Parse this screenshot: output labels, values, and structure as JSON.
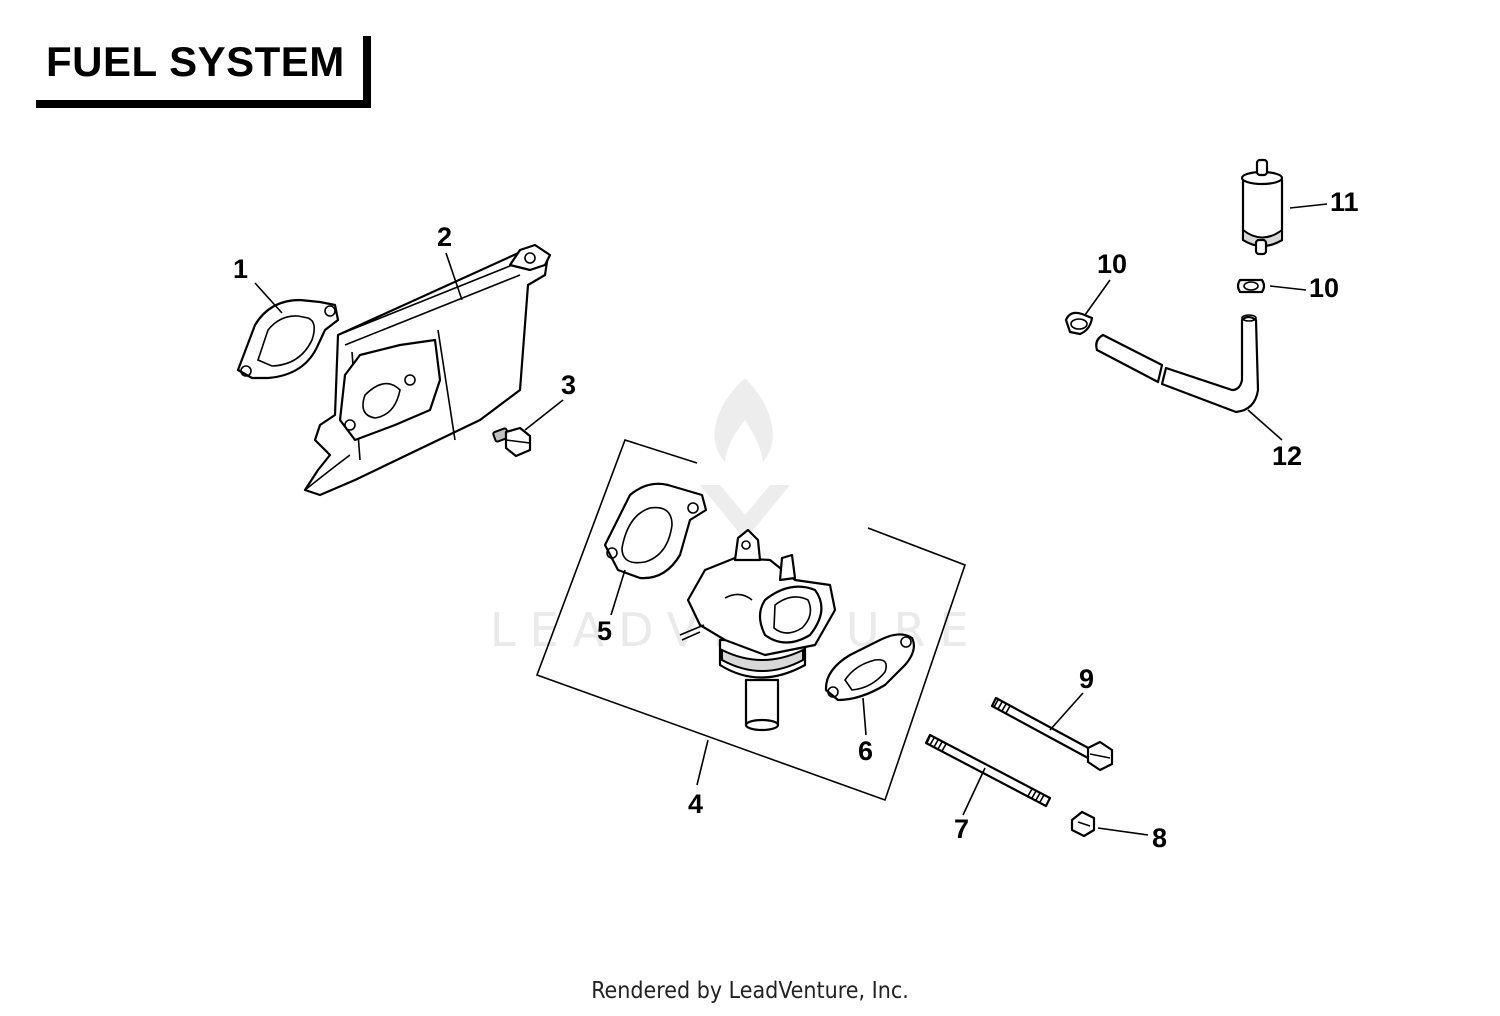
{
  "title": "FUEL SYSTEM",
  "footer": "Rendered by LeadVenture, Inc.",
  "watermark": "LEADVENTURE",
  "callouts": {
    "c1": "1",
    "c2": "2",
    "c3": "3",
    "c4": "4",
    "c5": "5",
    "c6": "6",
    "c7": "7",
    "c8": "8",
    "c9": "9",
    "c10a": "10",
    "c10b": "10",
    "c11": "11",
    "c12": "12"
  },
  "parts": {
    "p1": "gasket",
    "p2": "heat shield",
    "p3": "screw",
    "p4": "carburetor kit",
    "p5": "gasket",
    "p6": "gasket",
    "p7": "stud",
    "p8": "nut",
    "p9": "bolt",
    "p10": "hose clamp",
    "p11": "fuel filter",
    "p12": "fuel line"
  }
}
